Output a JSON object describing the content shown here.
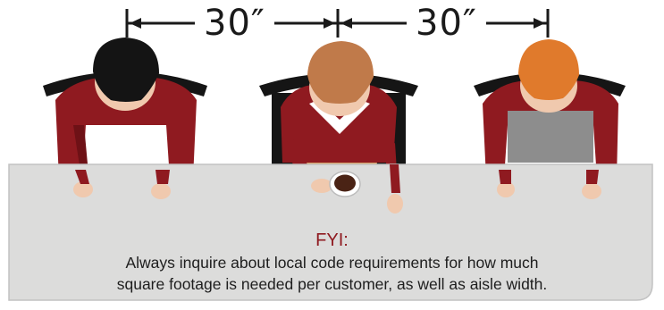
{
  "dimensions": {
    "left_spacing": "30″",
    "right_spacing": "30″"
  },
  "diners": [
    {
      "hair": "black",
      "hair_color": "#141414"
    },
    {
      "hair": "light-brown",
      "hair_color": "#c07a4a"
    },
    {
      "hair": "orange",
      "hair_color": "#e07a2c"
    }
  ],
  "colors": {
    "shirt": "#8f1a20",
    "skin": "#f0c9ae",
    "table": "#dcdcdb",
    "fyi_title": "#8f1a20"
  },
  "note": {
    "title": "FYI:",
    "line1": "Always inquire about local code requirements for how much",
    "line2": "square footage is needed per customer, as well as aisle width."
  }
}
